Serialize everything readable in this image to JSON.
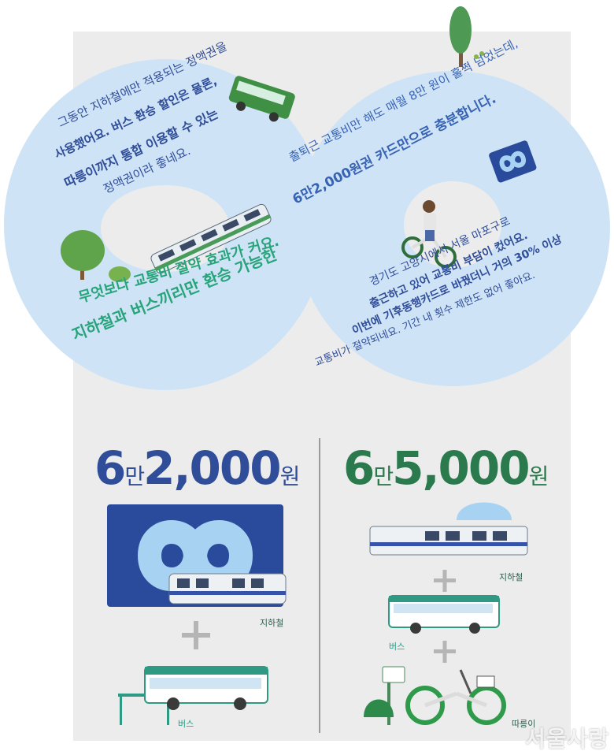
{
  "story": {
    "loop1": {
      "line1": "그동안 지하철에만 적용되는 정액권을",
      "line2": "사용했어요. 버스 환승 할인은 물론,",
      "line3": "따릉이까지 통합 이용할 수 있는",
      "line4": "정액권이라 좋네요."
    },
    "top_arc": {
      "line1": "출퇴근 교통비만 해도 매월 8만 원이 훌쩍 넘었는데,",
      "line2": "6만2,000원권 카드만으로 충분합니다."
    },
    "middle": {
      "line1": "무엇보다 교통비 절약 효과가 커요.",
      "line2": "지하철과 버스끼리만 환승 가능한"
    },
    "loop2": {
      "line1": "경기도 고양시에서 서울 마포구로",
      "line2": "출근하고 있어 교통비 부담이 컸어요.",
      "line3": "이번에 기후동행카드로 바꿨더니 거의 30% 이상",
      "line4": "교통비가 절약되네요. 기간 내 횟수 제한도 없어 좋아요."
    }
  },
  "left_option": {
    "price_num1": "6",
    "price_unit1": "만",
    "price_num2": "2,000",
    "price_unit2": "원",
    "subway_label": "지하철",
    "bus_label": "버스",
    "plus": "+"
  },
  "right_option": {
    "price_num1": "6",
    "price_unit1": "만",
    "price_num2": "5,000",
    "price_unit2": "원",
    "subway_label": "지하철",
    "bus_label": "버스",
    "bike_label": "따릉이",
    "plus": "+"
  },
  "watermark": "서울사랑",
  "colors": {
    "loop_fill": "#cfe3f6",
    "navy": "#2f4d98",
    "green": "#27a47a",
    "card_dark": "#2a4a9c",
    "card_light": "#a8d2f2",
    "bus_green": "#2e9a83"
  }
}
